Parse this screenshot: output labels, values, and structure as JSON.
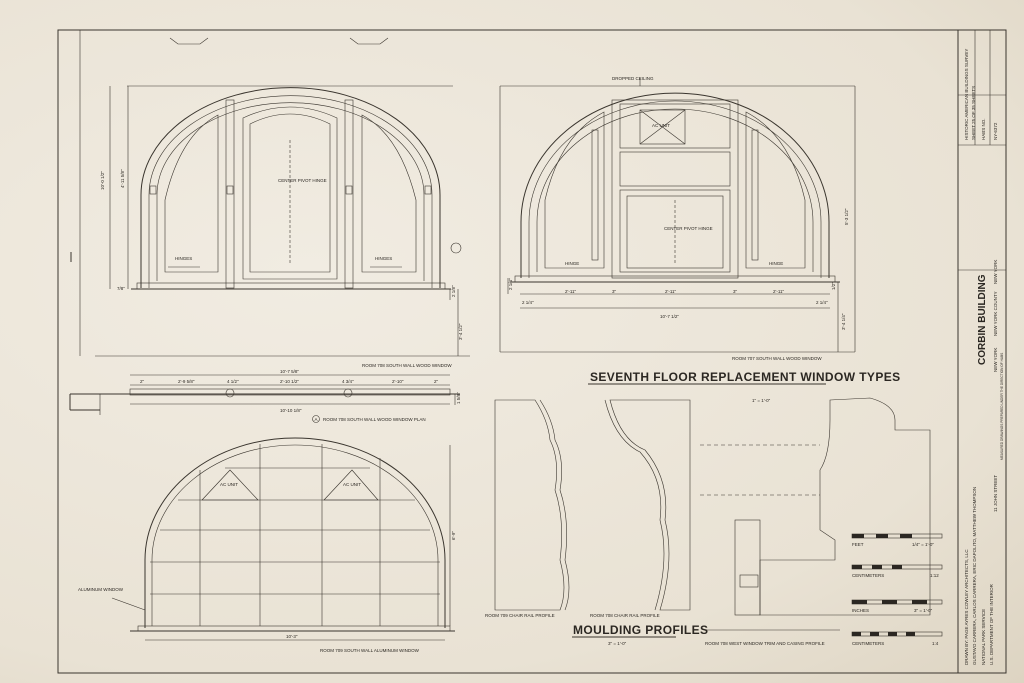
{
  "sheet": {
    "main_title": "SEVENTH FLOOR REPLACEMENT WINDOW TYPES",
    "moulding_title": "MOULDING PROFILES"
  },
  "drawings": {
    "window_708_elevation": {
      "caption": "ROOM 708 SOUTH WALL WOOD WINDOW",
      "dim_height": "10'-0 1/2\"",
      "dim_arch": "4'-11 5/8\"",
      "dim_sill": "7/8\"",
      "dim_base": "2 1/8\"",
      "dim_low": "3'-4 1/2\"",
      "center_label": "CENTER PIVOT HINGE",
      "hinge_left": "HINGES",
      "hinge_right": "HINGES"
    },
    "window_707_elevation": {
      "caption": "ROOM 707 SOUTH WALL WOOD WINDOW",
      "dropped_ceiling": "DROPPED CEILING",
      "ac_unit": "AC UNIT",
      "center_label": "CENTER PIVOT HINGE",
      "hinge_left": "HINGE",
      "hinge_right": "HINGE",
      "dim_height": "5'-3 1/2\"",
      "dim_left": "2 1/4\"",
      "dims_bottom": [
        "2 1/4\"",
        "2'-11\"",
        "3\"",
        "2'-11\"",
        "3\"",
        "2'-11\"",
        "2 1/4\""
      ],
      "dim_total": "10'-7 1/2\"",
      "dim_right_base": "3'-4 1/4\"",
      "dim_right_small": "1/2\""
    },
    "window_708_plan": {
      "caption": "ROOM 708 SOUTH WALL WOOD WINDOW PLAN",
      "dim_total_top": "10'-7 5/8\"",
      "dims_top": [
        "2\"",
        "2'-9 5/8\"",
        "4 1/2\"",
        "2'-10 1/2\"",
        "4 3/4\"",
        "2'-10\"",
        "2\""
      ],
      "dim_total_bottom": "10'-10 1/8\"",
      "dim_side": "1 5/8\"",
      "detail_mark": "A"
    },
    "window_709_aluminum": {
      "caption": "ROOM 709 SOUTH WALL ALUMINUM WINDOW",
      "ac_left": "AC UNIT",
      "ac_right": "AC UNIT",
      "side_label": "ALUMINUM WINDOW",
      "dim_height": "6'-9\"",
      "dim_width": "10'-3\""
    },
    "profiles": {
      "caption_a": "ROOM 709 CHAIR RAIL PROFILE",
      "caption_b": "ROOM 708 CHAIR RAIL PROFILE",
      "caption_c": "ROOM 708 WEST WINDOW TRIM AND CASING PROFILE",
      "scale_left": "3\" = 1'-0\"",
      "scale_right": "1\" = 1'-0\""
    }
  },
  "scales": [
    {
      "label": "FEET",
      "end": "1/4\" = 1'-0\""
    },
    {
      "label": "CENTIMETERS",
      "end": "1:12"
    },
    {
      "label": "INCHES",
      "end": "3\" = 1'-0\""
    },
    {
      "label": "CENTIMETERS",
      "end": "1:4"
    }
  ],
  "title_block": {
    "building": "CORBIN BUILDING",
    "address": "11 JOHN STREET",
    "city": "NEW YORK",
    "county": "NEW YORK COUNTY",
    "state": "NEW YORK",
    "drawn_by": "DRAWN BY: PAGE AYRES COWLEY ARCHITECTS, LLC",
    "drawn_names": "GUSTAVO CARRERA, CARLOS CARRERA, ERIC DAPOLITO, MATTHEW THOMPSON",
    "agency": "NATIONAL PARK SERVICE",
    "dept": "U.S. DEPARTMENT OF THE INTERIOR",
    "fine_print": "MEASURED DRAWINGS PREPARED UNDER THE DIRECTION OF HABS",
    "survey": "HISTORIC AMERICAN BUILDINGS SURVEY",
    "sheet_no": "SHEET 25 OF 35 SHEETS",
    "habs_no": "NY-6372",
    "habs_label": "HABS NO."
  }
}
